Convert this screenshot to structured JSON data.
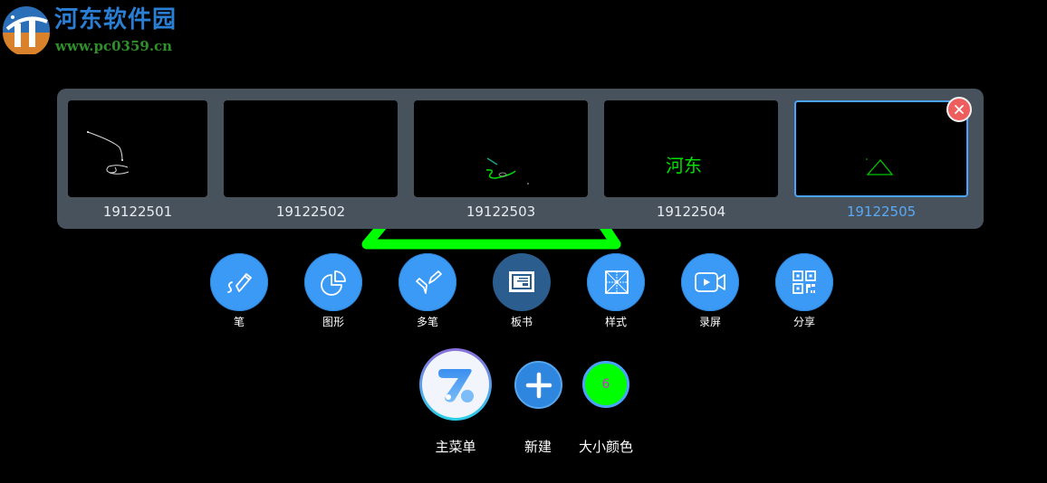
{
  "watermark": {
    "title": "河东软件园",
    "url": "www.pc0359.cn"
  },
  "pages_panel": {
    "pages": [
      {
        "label": "19122501",
        "active": false,
        "content": "white-scribble"
      },
      {
        "label": "19122502",
        "active": false,
        "content": "empty"
      },
      {
        "label": "19122503",
        "active": false,
        "content": "green-scribble"
      },
      {
        "label": "19122504",
        "active": false,
        "content": "green-text-河东"
      },
      {
        "label": "19122505",
        "active": true,
        "content": "green-triangle"
      }
    ],
    "close_icon": "close-icon"
  },
  "toolbar": {
    "tools": [
      {
        "label": "笔",
        "icon": "pen-icon"
      },
      {
        "label": "图形",
        "icon": "pie-chart-icon"
      },
      {
        "label": "多笔",
        "icon": "multi-pen-icon"
      },
      {
        "label": "板书",
        "icon": "blackboard-icon",
        "selected": true
      },
      {
        "label": "样式",
        "icon": "grid-style-icon"
      },
      {
        "label": "录屏",
        "icon": "video-camera-icon"
      },
      {
        "label": "分享",
        "icon": "qr-code-icon"
      }
    ]
  },
  "bottom": {
    "main_menu_label": "主菜单",
    "new_label": "新建",
    "size_color_label": "大小颜色",
    "size_value": "6",
    "current_color": "#00ff00"
  },
  "colors": {
    "panel_bg": "#47525c",
    "accent_blue": "#3a9af5",
    "selected_tool": "#2b5e8f",
    "active_border": "#4aa3ff",
    "close_red": "#ef5e5e",
    "ink_green": "#00ff00"
  }
}
